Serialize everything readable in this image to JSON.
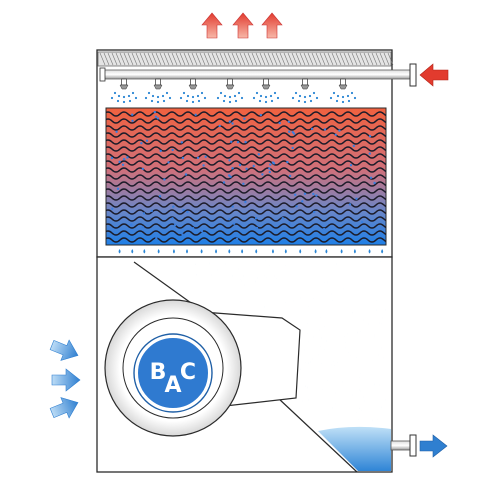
{
  "logo": {
    "letters": [
      "B",
      "A",
      "C"
    ]
  },
  "colors": {
    "hot": "#e23b2e",
    "hot_dark": "#b32418",
    "cold": "#2f7fd0",
    "cold_dark": "#1f5fa6",
    "outline": "#2b2b2b",
    "water_drop": "#2b86d4",
    "air_inlet": "#3d8fd9",
    "fill_top": "#ef6a4f",
    "fill_bottom": "#1f7fe0"
  },
  "icons": {
    "hot_air_out": "arrow-up-icon",
    "hot_water_in": "arrow-left-icon",
    "cold_water_out": "arrow-right-icon",
    "air_in": "arrow-right-icon",
    "spray": "spray-nozzle-icon",
    "fan": "blower-fan-icon"
  }
}
